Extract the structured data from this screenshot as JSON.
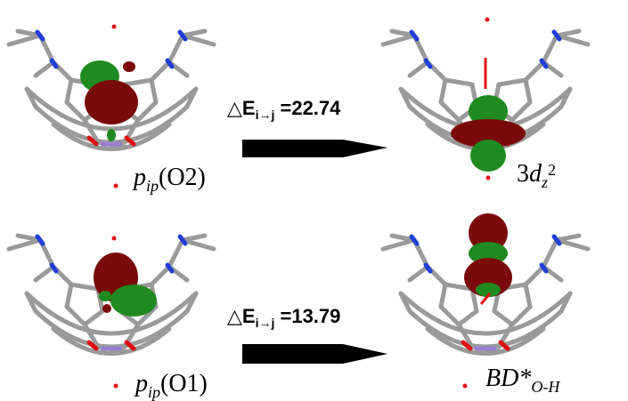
{
  "colors": {
    "orbital_red": "#7a0a0a",
    "orbital_green": "#1f8a1f",
    "bond_gray": "#9a9a9a",
    "nitrogen_blue": "#1f3fd6",
    "oxygen_red": "#e01010",
    "metal_violet": "#9a7fd0",
    "arrow": "#000000"
  },
  "panels": [
    {
      "id": "top",
      "donor": {
        "prefix": "p",
        "sub": "ip",
        "paren": "(O2)"
      },
      "acceptor": {
        "main": "3d",
        "sub": "z",
        "sup": "2"
      },
      "energy": {
        "symbol": "△E",
        "sub": "i→j",
        "value": "=22.74"
      }
    },
    {
      "id": "bottom",
      "donor": {
        "prefix": "p",
        "sub": "ip",
        "paren": "(O1)"
      },
      "acceptor": {
        "main": "BD*",
        "sub": "O-H"
      },
      "energy": {
        "symbol": "△E",
        "sub": "i→j",
        "value": "=13.79"
      }
    }
  ]
}
